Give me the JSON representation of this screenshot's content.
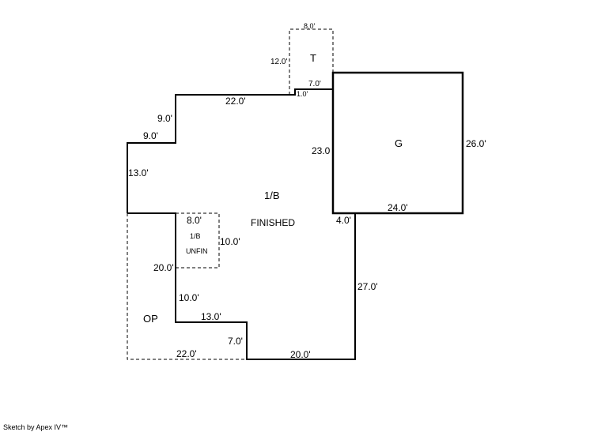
{
  "areas": {
    "main_label": "1/B",
    "main_sub": "FINISHED",
    "garage": "G",
    "terrace": "T",
    "porch": "OP",
    "unfin_label": "1/B",
    "unfin_sub": "UNFIN"
  },
  "dimensions": {
    "t_top": "8.0'",
    "t_left": "12.0'",
    "step_1": "1.0'",
    "step_7": "7.0'",
    "top_22": "22.0'",
    "left_9v": "9.0'",
    "left_9h": "9.0'",
    "left_13": "13.0'",
    "g_left": "23.0",
    "g_right": "26.0'",
    "g_bottom": "24.0'",
    "right_4": "4.0'",
    "right_27": "27.0'",
    "bottom_20": "20.0'",
    "notch_7": "7.0'",
    "notch_13": "13.0'",
    "inner_10": "10.0'",
    "op_20": "20.0'",
    "op_22": "22.0'",
    "unfin_8": "8.0'",
    "unfin_10": "10.0'"
  },
  "footer": "Sketch by Apex IV™"
}
